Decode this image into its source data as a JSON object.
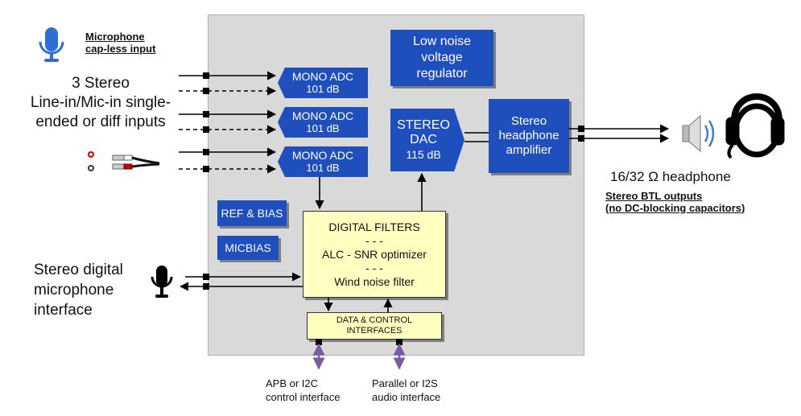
{
  "chip": {
    "regulator": "Low noise voltage regulator",
    "adc": [
      {
        "name": "MONO ADC",
        "snr": "101 dB"
      },
      {
        "name": "MONO ADC",
        "snr": "101 dB"
      },
      {
        "name": "MONO ADC",
        "snr": "101 dB"
      }
    ],
    "dac": {
      "name1": "STEREO",
      "name2": "DAC",
      "snr": "115 dB"
    },
    "amp": "Stereo headphone amplifier",
    "ref_bias": "REF & BIAS",
    "micbias": "MICBIAS",
    "filters": {
      "title": "DIGITAL FILTERS",
      "sep": "- - -",
      "alc": "ALC - SNR optimizer",
      "wind": "Wind noise filter"
    },
    "interfaces": {
      "line1": "DATA & CONTROL",
      "line2": "INTERFACES"
    }
  },
  "left": {
    "mic_note": {
      "line1": "Microphone",
      "line2": "cap-less input"
    },
    "line_in": {
      "line1": "3 Stereo",
      "line2": "Line-in/Mic-in single-",
      "line3": "ended or diff inputs"
    },
    "digital_mic": {
      "line1": "Stereo digital",
      "line2": "microphone",
      "line3": "interface"
    }
  },
  "right": {
    "headphone": "16/32 Ω headphone",
    "btl": {
      "line1": "Stereo BTL outputs",
      "line2": "(no DC-blocking capacitors)"
    }
  },
  "bottom": {
    "apb": {
      "line1": "APB or I2C",
      "line2": "control interface"
    },
    "parallel": {
      "line1": "Parallel or I2S",
      "line2": "audio interface"
    }
  },
  "colors": {
    "block_blue": "#1f4fbd",
    "filter_yellow": "#ffffc0",
    "chip_gray": "#d9d9d9",
    "bus_purple": "#7b5aa6",
    "mic_blue": "#2e6fd3"
  },
  "icons": [
    "microphone-icon",
    "rca-jack-icon",
    "rca-cable-icon",
    "digital-mic-icon",
    "speaker-icon",
    "headphone-icon"
  ]
}
